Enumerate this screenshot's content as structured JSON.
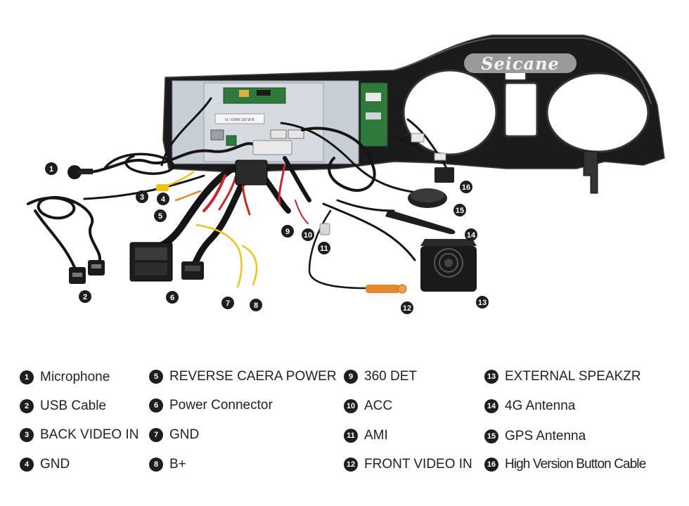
{
  "brand": "Seicane",
  "device_labels": {
    "sticker_small": "N / 100W 130 W B"
  },
  "markers": [
    "1",
    "2",
    "3",
    "4",
    "5",
    "6",
    "7",
    "8",
    "9",
    "10",
    "11",
    "12",
    "13",
    "14",
    "15",
    "16"
  ],
  "legend": [
    {
      "num": "1",
      "label": "Microphone"
    },
    {
      "num": "2",
      "label": "USB Cable"
    },
    {
      "num": "3",
      "label": "BACK VIDEO IN"
    },
    {
      "num": "4",
      "label": "GND"
    },
    {
      "num": "5",
      "label": "REVERSE CAERA POWER"
    },
    {
      "num": "6",
      "label": "Power Connector"
    },
    {
      "num": "7",
      "label": "GND"
    },
    {
      "num": "8",
      "label": "B+"
    },
    {
      "num": "9",
      "label": "360 DET"
    },
    {
      "num": "10",
      "label": "ACC"
    },
    {
      "num": "11",
      "label": "AMI"
    },
    {
      "num": "12",
      "label": "FRONT VIDEO IN"
    },
    {
      "num": "13",
      "label": "EXTERNAL SPEAKZR"
    },
    {
      "num": "14",
      "label": "4G Antenna"
    },
    {
      "num": "15",
      "label": "GPS Antenna"
    },
    {
      "num": "16",
      "label": "High Version Button Cable"
    }
  ],
  "colors": {
    "badge": "#1e1e1e",
    "cable": "#151515",
    "panel_metal": "#c8ced6",
    "pcb_green": "#2f7a3a",
    "connector_orange": "#e8872a",
    "connector_yellow": "#f2c21a",
    "wire_red": "#c8282d"
  }
}
